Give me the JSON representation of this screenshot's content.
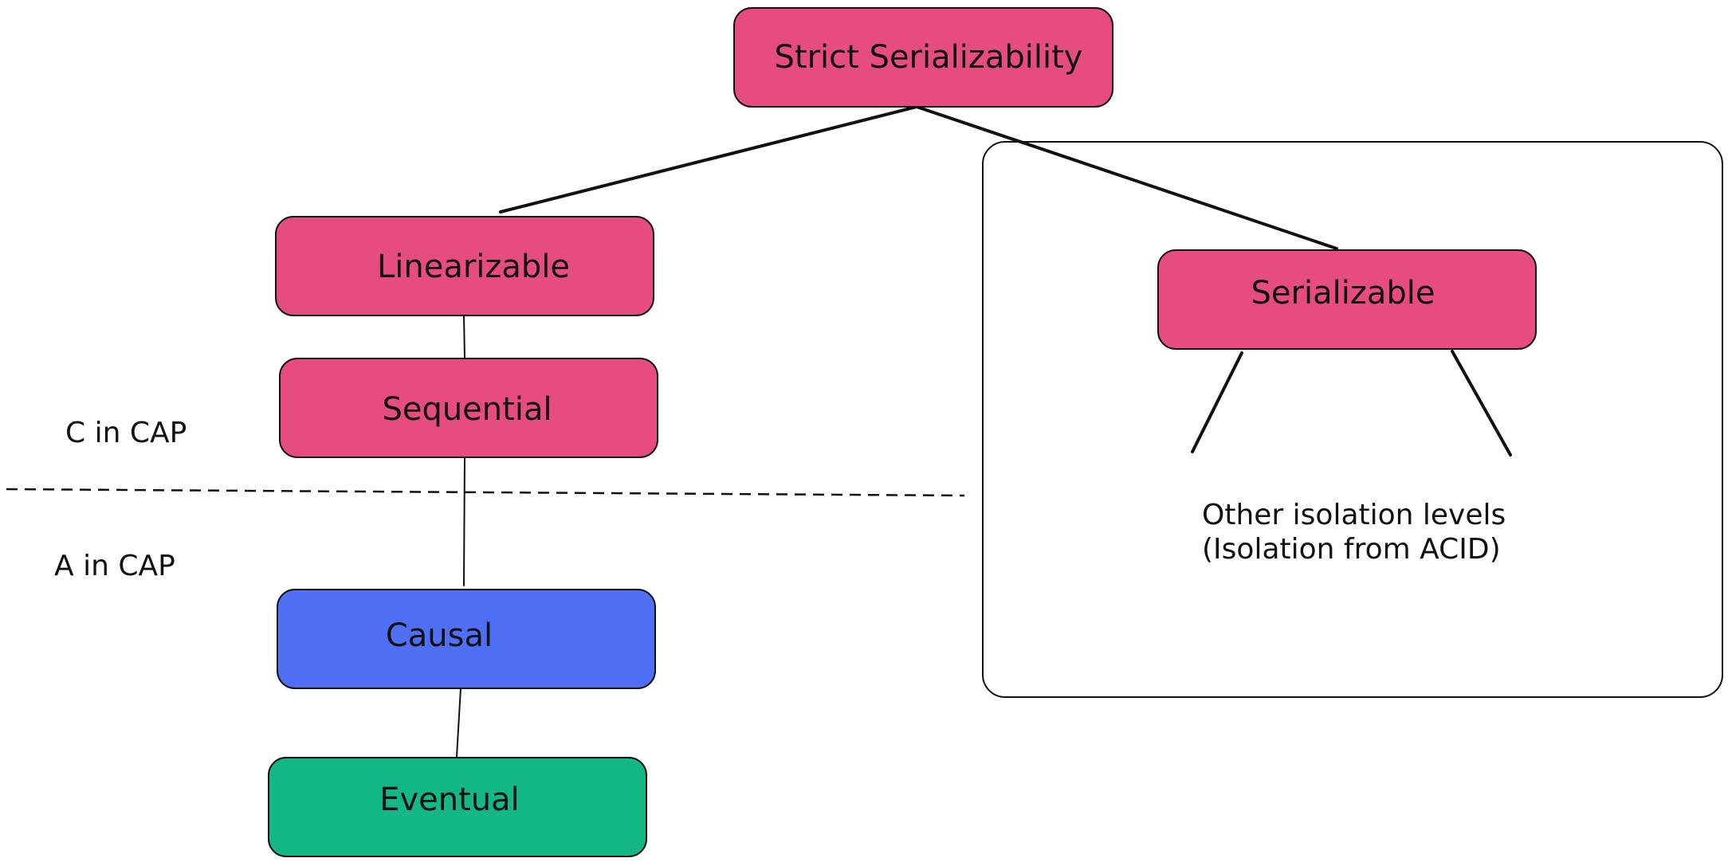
{
  "colors": {
    "pink": "#e64c80",
    "blue": "#4f6ff5",
    "green": "#13b886",
    "stroke": "#111111"
  },
  "nodes": {
    "strict_serializability": "Strict Serializability",
    "linearizable": "Linearizable",
    "sequential": "Sequential",
    "causal": "Causal",
    "eventual": "Eventual",
    "serializable": "Serializable"
  },
  "side_labels": {
    "c_in_cap": "C in CAP",
    "a_in_cap": "A in CAP"
  },
  "isolation_note": {
    "line1": "Other isolation levels",
    "line2": "(Isolation from ACID)"
  }
}
